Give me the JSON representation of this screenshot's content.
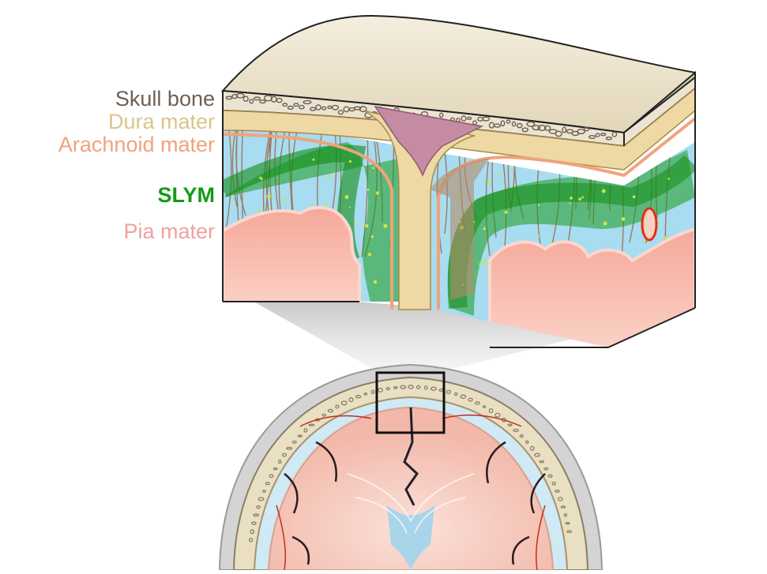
{
  "labels": {
    "skull_bone": "Skull bone",
    "dura_mater": "Dura mater",
    "arachnoid_mater": "Arachnoid mater",
    "slym": "SLYM",
    "pia_mater": "Pia mater"
  },
  "colors": {
    "skull_bone": "#6e5f52",
    "dura_mater": "#d9c48c",
    "arachnoid_mater": "#f0a37c",
    "slym": "#139b16",
    "pia_mater": "#f2a0a0",
    "csf": "#a8dcf0",
    "brain_tissue": "#f7c9bd",
    "vessel": "#c03020",
    "skull_top": "#ebe3cd"
  }
}
